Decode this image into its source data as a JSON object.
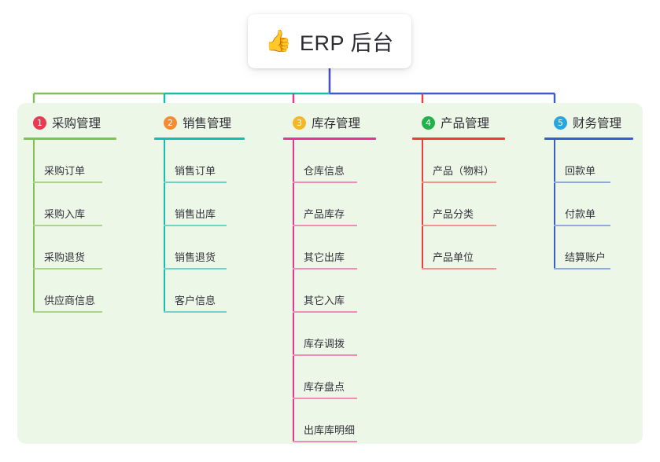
{
  "root": {
    "icon": "thumbs-up-emoji",
    "icon_glyph": "👍",
    "title": "ERP 后台"
  },
  "palette": {
    "page_background": "#ffffff",
    "panel_background": "#edf7e8",
    "root_connector": "#4a52c4"
  },
  "columns": [
    {
      "number": "1",
      "title": "采购管理",
      "line_color": "#7fc155",
      "item_line_color": "#a9d58a",
      "badge_color": "#ea3a53",
      "items": [
        "采购订单",
        "采购入库",
        "采购退货",
        "供应商信息"
      ]
    },
    {
      "number": "2",
      "title": "销售管理",
      "line_color": "#11bfae",
      "item_line_color": "#6fd3c9",
      "badge_color": "#f58b33",
      "items": [
        "销售订单",
        "销售出库",
        "销售退货",
        "客户信息"
      ]
    },
    {
      "number": "3",
      "title": "库存管理",
      "line_color": "#e8368f",
      "item_line_color": "#f08cba",
      "badge_color": "#f5b727",
      "items": [
        "仓库信息",
        "产品库存",
        "其它出库",
        "其它入库",
        "库存调拨",
        "库存盘点",
        "出库库明细"
      ]
    },
    {
      "number": "4",
      "title": "产品管理",
      "line_color": "#ef3d3d",
      "item_line_color": "#f2948e",
      "badge_color": "#22b24c",
      "items": [
        "产品（物料）",
        "产品分类",
        "产品单位"
      ]
    },
    {
      "number": "5",
      "title": "财务管理",
      "line_color": "#3a5ccc",
      "item_line_color": "#8fa9e3",
      "badge_color": "#29a6e0",
      "items": [
        "回款单",
        "付款单",
        "结算账户"
      ]
    }
  ]
}
